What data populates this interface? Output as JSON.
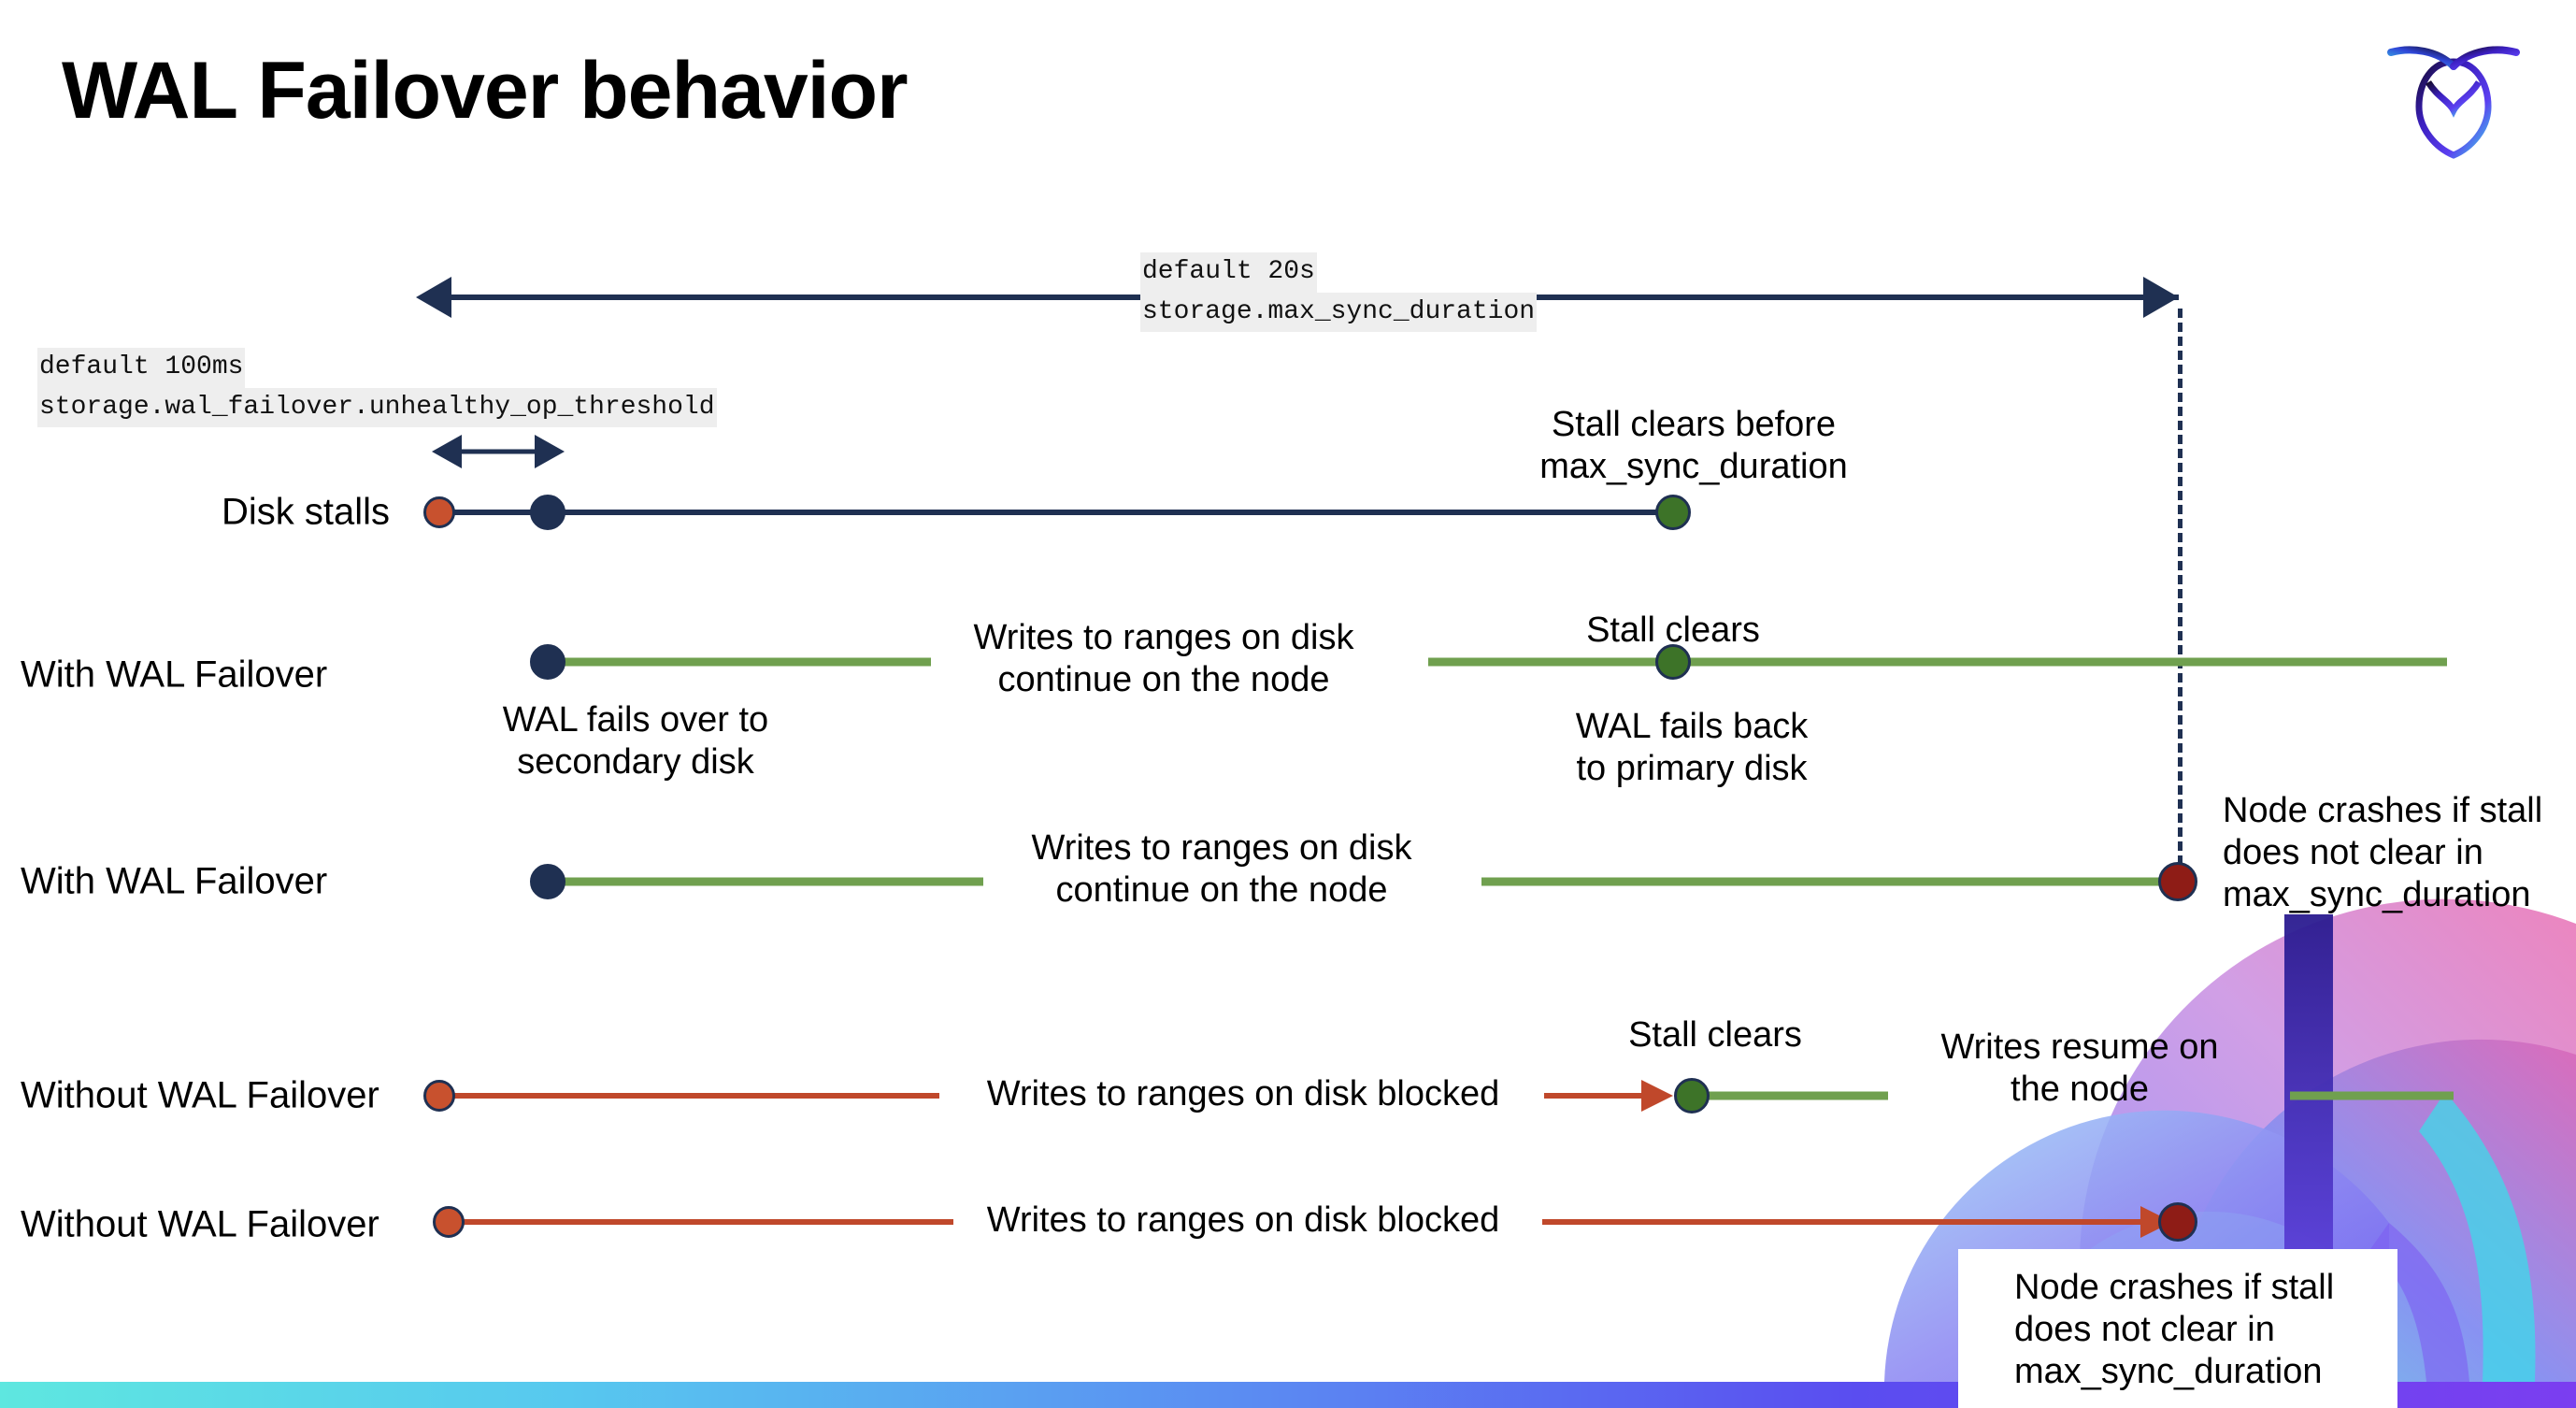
{
  "slide": {
    "title": "WAL Failover behavior",
    "logo_name": "cockroachdb-logo"
  },
  "settings": {
    "max_sync_duration": {
      "default_label": "default 20s",
      "setting_name": "storage.max_sync_duration"
    },
    "unhealthy_op_threshold": {
      "default_label": "default 100ms",
      "setting_name": "storage.wal_failover.unhealthy_op_threshold"
    }
  },
  "rows": [
    {
      "id": "disk-stalls",
      "label": "Disk stalls",
      "annotations": [
        {
          "id": "stall-clears-before",
          "text": "Stall clears before\nmax_sync_duration"
        }
      ]
    },
    {
      "id": "with-wal-failover-clears",
      "label": "With WAL Failover",
      "annotations": [
        {
          "id": "writes-continue",
          "text": "Writes to ranges on disk\ncontinue on the node"
        },
        {
          "id": "stall-clears",
          "text": "Stall clears"
        },
        {
          "id": "wal-fails-over",
          "text": "WAL fails over to\nsecondary disk"
        },
        {
          "id": "wal-fails-back",
          "text": "WAL fails  back\nto primary disk"
        }
      ]
    },
    {
      "id": "with-wal-failover-crash",
      "label": "With WAL Failover",
      "annotations": [
        {
          "id": "writes-continue-2",
          "text": "Writes to ranges on disk\ncontinue on the node"
        },
        {
          "id": "node-crashes-1",
          "text": "Node crashes if stall\ndoes not clear in\nmax_sync_duration"
        }
      ]
    },
    {
      "id": "without-wal-failover-clears",
      "label": "Without WAL Failover",
      "annotations": [
        {
          "id": "writes-blocked",
          "text": "Writes to ranges on disk  blocked"
        },
        {
          "id": "stall-clears-2",
          "text": "Stall clears"
        },
        {
          "id": "writes-resume",
          "text": "Writes resume on\nthe node"
        }
      ]
    },
    {
      "id": "without-wal-failover-crash",
      "label": "Without WAL Failover",
      "annotations": [
        {
          "id": "writes-blocked-2",
          "text": "Writes to ranges on disk  blocked"
        },
        {
          "id": "node-crashes-2",
          "text": "Node crashes if stall\ndoes not clear in\nmax_sync_duration"
        }
      ]
    }
  ],
  "colors": {
    "navy": "#1f3052",
    "green_line": "#70a04f",
    "green_dot": "#3d7328",
    "orange_dot": "#c8512e",
    "red_line": "#c0482b",
    "dark_red_dot": "#8e1c16",
    "code_bg": "#eeeeee"
  }
}
